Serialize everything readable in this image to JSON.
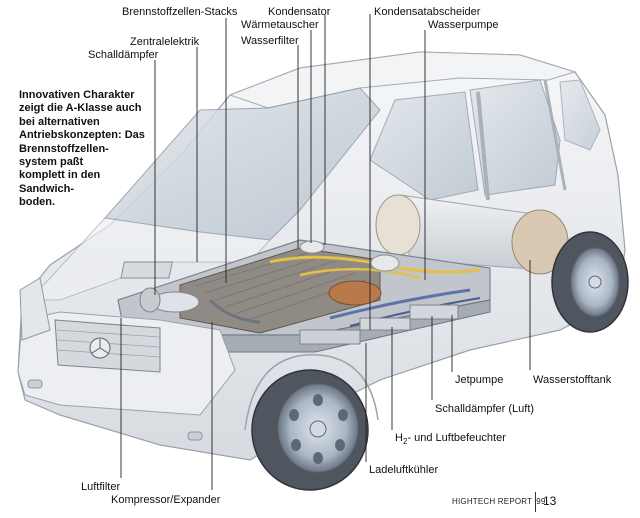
{
  "labels": {
    "brennstoffzellen_stacks": "Brennstoffzellen-Stacks",
    "kondensator": "Kondensator",
    "kondensatabscheider": "Kondensatabscheider",
    "waermetauscher": "Wärmetauscher",
    "wasserpumpe": "Wasserpumpe",
    "zentralelektrik": "Zentralelektrik",
    "wasserfilter": "Wasserfilter",
    "schalldaempfer": "Schalldämpfer",
    "jetpumpe": "Jetpumpe",
    "wasserstofftank": "Wasserstofftank",
    "schalldaempfer_luft": "Schalldämpfer (Luft)",
    "h2_prefix": "H",
    "h2_sub": "2",
    "h2_suffix": "- und Luftbefeuchter",
    "ladeluftkuehler": "Ladeluftkühler",
    "luftfilter": "Luftfilter",
    "kompressor_expander": "Kompressor/Expander"
  },
  "caption": {
    "lines": [
      "Innovativen Charakter",
      "zeigt die A-Klasse auch",
      "bei alternativen",
      "Antriebskonzepten: Das",
      "Brennstoffzellen-",
      "system paßt",
      "komplett in den",
      "Sandwich-",
      "boden."
    ]
  },
  "footer": {
    "source": "HIGHTECH REPORT '99",
    "page": "13"
  },
  "colors": {
    "body_paint": "#e9ebee",
    "glass": "#c9d3dc",
    "stack_top": "#8f8a84",
    "tank": "#d9c9b3",
    "pipe_yellow": "#e2c04a",
    "pipe_blue": "#5b74a8",
    "copper": "#b87a4a"
  }
}
